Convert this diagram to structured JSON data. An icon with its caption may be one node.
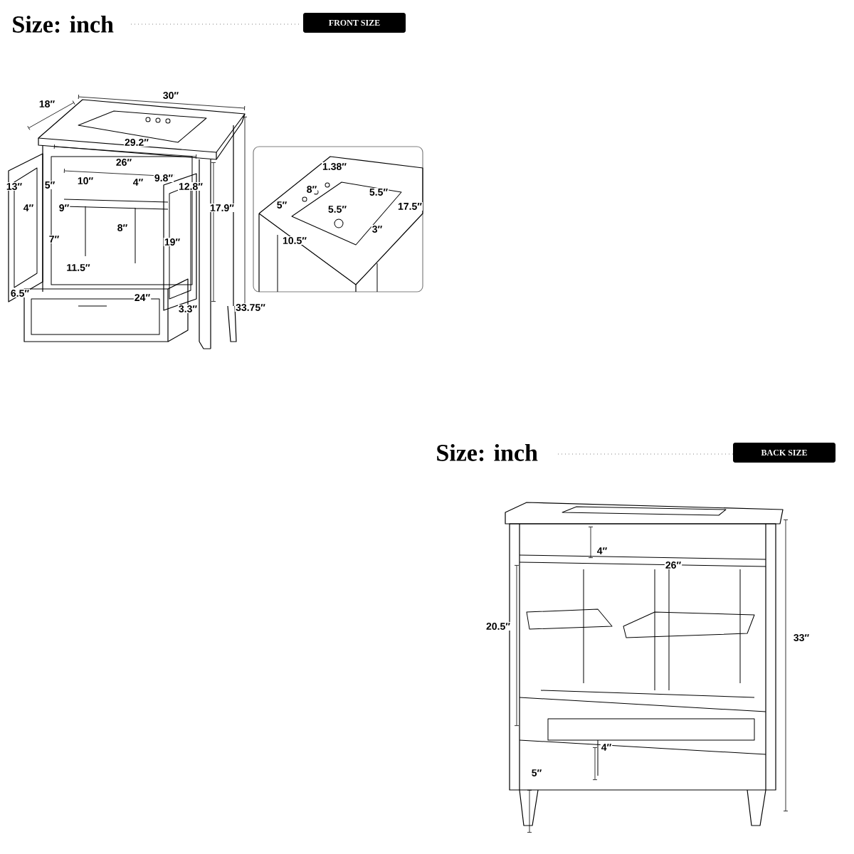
{
  "diagram": {
    "nodes": [
      {
        "text": [
          "FRONT SIZE"
        ]
      },
      {
        "text": [
          "BACK SIZE"
        ]
      }
    ],
    "labels": [
      "Size: inch",
      "18″",
      "30″",
      "29.2″",
      "26″",
      "13″",
      "5″",
      "10″",
      "4″",
      "9.8″",
      "12.8″",
      "4″",
      "9″",
      "17.9″",
      "8″",
      "7″",
      "19″",
      "11.5″",
      "6.5″",
      "24″",
      "3.3″",
      "33.75″",
      "1.38″",
      "8″",
      "5.5″",
      "5″",
      "5.5″",
      "17.5″",
      "10.5″",
      "3″",
      "Size: inch",
      "4″",
      "26″",
      "20.5″",
      "33″",
      "4″",
      "5″"
    ]
  }
}
